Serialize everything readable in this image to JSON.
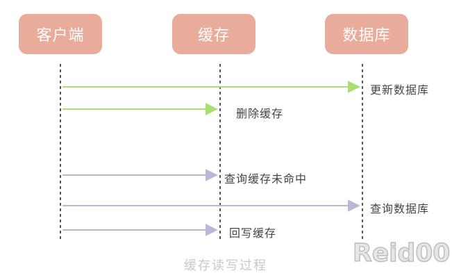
{
  "participants": {
    "client": "客户端",
    "cache": "缓存",
    "database": "数据库"
  },
  "messages": [
    {
      "from": "client",
      "to": "database",
      "label": "更新数据库",
      "color": "#a9df72"
    },
    {
      "from": "client",
      "to": "cache",
      "label": "删除缓存",
      "color": "#a9df72"
    },
    {
      "from": "client",
      "to": "cache",
      "label": "查询缓存未命中",
      "color": "#bdb6d8"
    },
    {
      "from": "client",
      "to": "database",
      "label": "查询数据库",
      "color": "#bdb6d8"
    },
    {
      "from": "client",
      "to": "cache",
      "label": "回写缓存",
      "color": "#bdb6d8"
    }
  ],
  "caption": "缓存读写过程",
  "watermark": "Reid00",
  "colors": {
    "participant_box": "#e9ab9a",
    "write_arrow": "#a9df72",
    "read_arrow": "#bdb6d8"
  }
}
